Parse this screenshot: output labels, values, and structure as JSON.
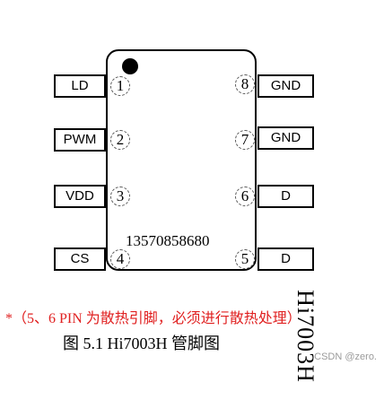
{
  "chip": {
    "name": "Hi7003H",
    "phone": "13570858680"
  },
  "pins": {
    "left": [
      {
        "number": "1",
        "label": "LD"
      },
      {
        "number": "2",
        "label": "PWM"
      },
      {
        "number": "3",
        "label": "VDD"
      },
      {
        "number": "4",
        "label": "CS"
      }
    ],
    "right": [
      {
        "number": "8",
        "label": "GND"
      },
      {
        "number": "7",
        "label": "GND"
      },
      {
        "number": "6",
        "label": "D"
      },
      {
        "number": "5",
        "label": "D"
      }
    ]
  },
  "note": "*（5、6 PIN 为散热引脚，必须进行散热处理）",
  "caption": "图 5.1 Hi7003H 管脚图",
  "watermark": "CSDN @zero.",
  "colors": {
    "note": "#e02020",
    "outline": "#000000",
    "watermark": "#9a9a9a"
  }
}
